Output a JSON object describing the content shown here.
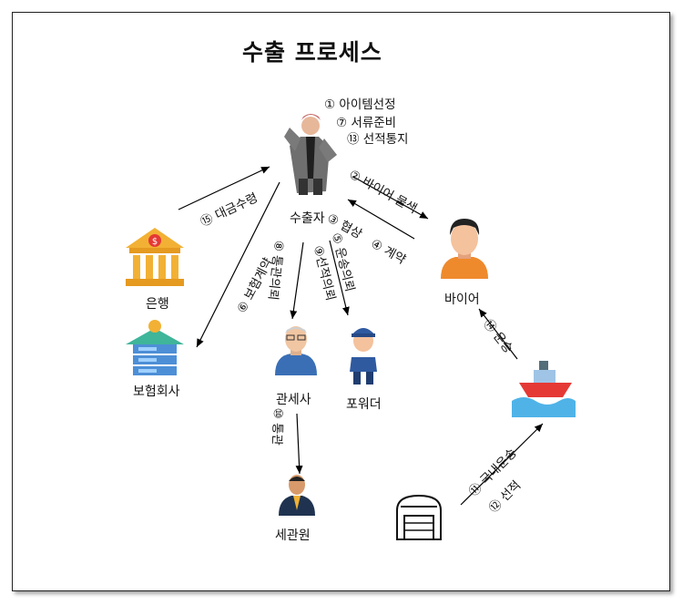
{
  "title": "수출 프로세스",
  "nodes": {
    "exporter": "수출자",
    "buyer": "바이어",
    "bank": "은행",
    "insurance": "보험회사",
    "customs_broker": "관세사",
    "forwarder": "포워더",
    "customs_officer": "세관원"
  },
  "exporter_tasks": [
    "① 아이템선정",
    "⑦ 서류준비",
    "⑬ 선적통지"
  ],
  "edges": {
    "e2": "② 바이어 물색",
    "e3": "③ 협상",
    "e4": "④ 계약",
    "e5": "⑤ 운송의뢰",
    "e9": "⑨선적의뢰",
    "e8": "⑧ 통관의뢰",
    "e6": "⑥ 보험계약",
    "e15": "⑮ 대금수령",
    "e10": "⑩ 통관",
    "e11": "⑪ 국내운송",
    "e12": "⑫ 선적",
    "e14": "⑭ 운송"
  }
}
